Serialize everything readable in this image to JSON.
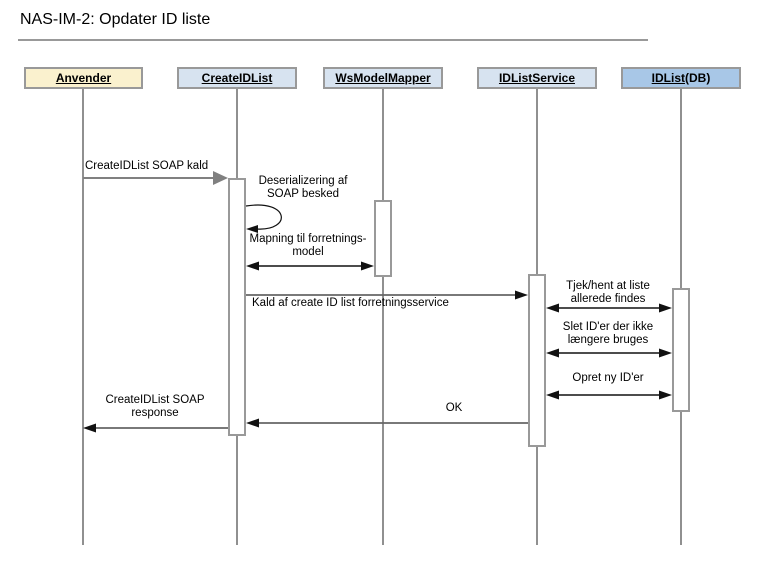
{
  "title": "NAS-IM-2: Opdater ID liste",
  "colors": {
    "actor_fill": "#FAF1CE",
    "object_fill": "#D7E3F0",
    "database_fill": "#A8C7E7",
    "box_border": "#999999",
    "lifeline": "#909090",
    "first_message_arrow": "#808080",
    "message_line": "#666666",
    "arrowhead": "#111111"
  },
  "participants": [
    {
      "label": "Anvender",
      "underlined": "Anvender",
      "suffix": "",
      "type": "actor"
    },
    {
      "label": "CreateIDList",
      "underlined": "CreateIDList",
      "suffix": "",
      "type": "object"
    },
    {
      "label": "WsModelMapper",
      "underlined": "WsModelMapper",
      "suffix": "",
      "type": "object"
    },
    {
      "label": "IDListService",
      "underlined": "IDListService",
      "suffix": "",
      "type": "object"
    },
    {
      "label": "IDList(DB)",
      "underlined": "IDList",
      "suffix": "(DB)",
      "type": "database"
    }
  ],
  "messages": [
    {
      "label": "CreateIDList SOAP kald",
      "from": "Anvender",
      "to": "CreateIDList",
      "kind": "sync"
    },
    {
      "label": "Deserializering af\nSOAP besked",
      "from": "CreateIDList",
      "to": "CreateIDList",
      "kind": "self"
    },
    {
      "label": "Mapning til forretnings-\nmodel",
      "from": "CreateIDList",
      "to": "WsModelMapper",
      "kind": "bidirectional"
    },
    {
      "label": "Kald af create ID list forretningsservice",
      "from": "CreateIDList",
      "to": "IDListService",
      "kind": "sync"
    },
    {
      "label": "Tjek/hent at liste\nallerede findes",
      "from": "IDListService",
      "to": "IDList(DB)",
      "kind": "bidirectional"
    },
    {
      "label": "Slet ID'er der ikke\nlængere bruges",
      "from": "IDListService",
      "to": "IDList(DB)",
      "kind": "bidirectional"
    },
    {
      "label": "Opret ny ID'er",
      "from": "IDListService",
      "to": "IDList(DB)",
      "kind": "bidirectional"
    },
    {
      "label": "OK",
      "from": "IDListService",
      "to": "CreateIDList",
      "kind": "return"
    },
    {
      "label": "CreateIDList SOAP\nresponse",
      "from": "CreateIDList",
      "to": "Anvender",
      "kind": "return"
    }
  ]
}
